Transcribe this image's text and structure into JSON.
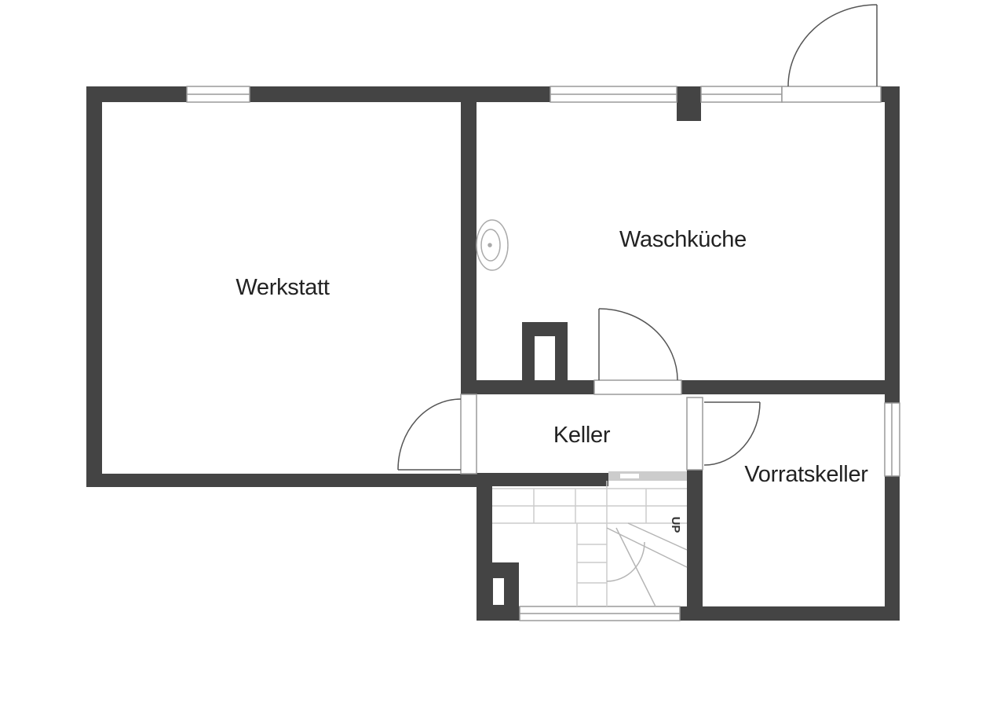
{
  "rooms": {
    "werkstatt": "Werkstatt",
    "waschkueche": "Waschküche",
    "keller": "Keller",
    "vorratskeller": "Vorratskeller"
  },
  "stairs": {
    "direction_label": "UP"
  },
  "colors": {
    "wall": "#444444",
    "line": "#9a9a9a",
    "light_line": "#cccccc",
    "label": "#222222"
  }
}
